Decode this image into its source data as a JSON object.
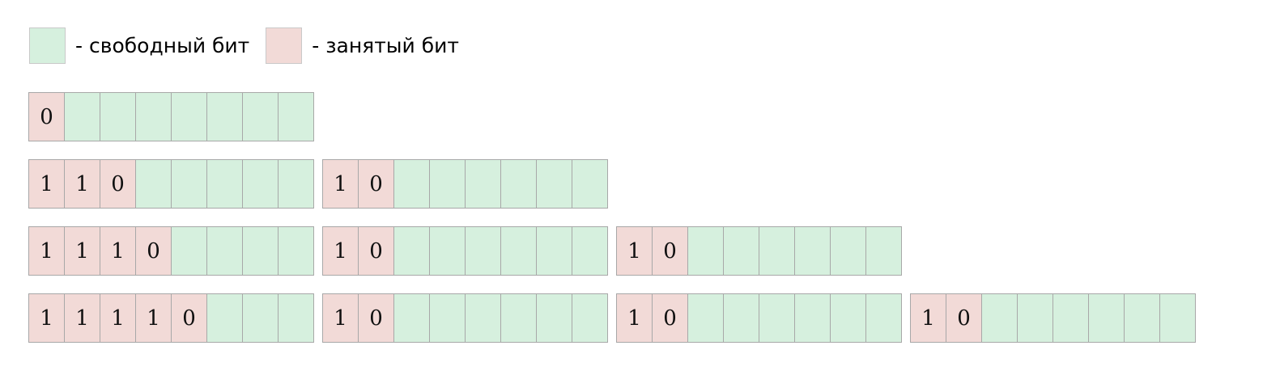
{
  "colors": {
    "free_bit": "#d6f0de",
    "used_bit": "#f2dad7",
    "cell_border": "#a8a8a8",
    "background": "#ffffff",
    "text": "#101010"
  },
  "legend": {
    "entries": [
      {
        "swatch": "free",
        "label": "- свободный бит"
      },
      {
        "swatch": "used",
        "label": "- занятый бит"
      }
    ]
  },
  "rows": [
    {
      "blocks": [
        {
          "cells": [
            {
              "state": "used",
              "value": "0"
            },
            {
              "state": "free",
              "value": ""
            },
            {
              "state": "free",
              "value": ""
            },
            {
              "state": "free",
              "value": ""
            },
            {
              "state": "free",
              "value": ""
            },
            {
              "state": "free",
              "value": ""
            },
            {
              "state": "free",
              "value": ""
            },
            {
              "state": "free",
              "value": ""
            }
          ]
        }
      ]
    },
    {
      "blocks": [
        {
          "cells": [
            {
              "state": "used",
              "value": "1"
            },
            {
              "state": "used",
              "value": "1"
            },
            {
              "state": "used",
              "value": "0"
            },
            {
              "state": "free",
              "value": ""
            },
            {
              "state": "free",
              "value": ""
            },
            {
              "state": "free",
              "value": ""
            },
            {
              "state": "free",
              "value": ""
            },
            {
              "state": "free",
              "value": ""
            }
          ]
        },
        {
          "cells": [
            {
              "state": "used",
              "value": "1"
            },
            {
              "state": "used",
              "value": "0"
            },
            {
              "state": "free",
              "value": ""
            },
            {
              "state": "free",
              "value": ""
            },
            {
              "state": "free",
              "value": ""
            },
            {
              "state": "free",
              "value": ""
            },
            {
              "state": "free",
              "value": ""
            },
            {
              "state": "free",
              "value": ""
            }
          ]
        }
      ]
    },
    {
      "blocks": [
        {
          "cells": [
            {
              "state": "used",
              "value": "1"
            },
            {
              "state": "used",
              "value": "1"
            },
            {
              "state": "used",
              "value": "1"
            },
            {
              "state": "used",
              "value": "0"
            },
            {
              "state": "free",
              "value": ""
            },
            {
              "state": "free",
              "value": ""
            },
            {
              "state": "free",
              "value": ""
            },
            {
              "state": "free",
              "value": ""
            }
          ]
        },
        {
          "cells": [
            {
              "state": "used",
              "value": "1"
            },
            {
              "state": "used",
              "value": "0"
            },
            {
              "state": "free",
              "value": ""
            },
            {
              "state": "free",
              "value": ""
            },
            {
              "state": "free",
              "value": ""
            },
            {
              "state": "free",
              "value": ""
            },
            {
              "state": "free",
              "value": ""
            },
            {
              "state": "free",
              "value": ""
            }
          ]
        },
        {
          "cells": [
            {
              "state": "used",
              "value": "1"
            },
            {
              "state": "used",
              "value": "0"
            },
            {
              "state": "free",
              "value": ""
            },
            {
              "state": "free",
              "value": ""
            },
            {
              "state": "free",
              "value": ""
            },
            {
              "state": "free",
              "value": ""
            },
            {
              "state": "free",
              "value": ""
            },
            {
              "state": "free",
              "value": ""
            }
          ]
        }
      ]
    },
    {
      "blocks": [
        {
          "cells": [
            {
              "state": "used",
              "value": "1"
            },
            {
              "state": "used",
              "value": "1"
            },
            {
              "state": "used",
              "value": "1"
            },
            {
              "state": "used",
              "value": "1"
            },
            {
              "state": "used",
              "value": "0"
            },
            {
              "state": "free",
              "value": ""
            },
            {
              "state": "free",
              "value": ""
            },
            {
              "state": "free",
              "value": ""
            }
          ]
        },
        {
          "cells": [
            {
              "state": "used",
              "value": "1"
            },
            {
              "state": "used",
              "value": "0"
            },
            {
              "state": "free",
              "value": ""
            },
            {
              "state": "free",
              "value": ""
            },
            {
              "state": "free",
              "value": ""
            },
            {
              "state": "free",
              "value": ""
            },
            {
              "state": "free",
              "value": ""
            },
            {
              "state": "free",
              "value": ""
            }
          ]
        },
        {
          "cells": [
            {
              "state": "used",
              "value": "1"
            },
            {
              "state": "used",
              "value": "0"
            },
            {
              "state": "free",
              "value": ""
            },
            {
              "state": "free",
              "value": ""
            },
            {
              "state": "free",
              "value": ""
            },
            {
              "state": "free",
              "value": ""
            },
            {
              "state": "free",
              "value": ""
            },
            {
              "state": "free",
              "value": ""
            }
          ]
        },
        {
          "cells": [
            {
              "state": "used",
              "value": "1"
            },
            {
              "state": "used",
              "value": "0"
            },
            {
              "state": "free",
              "value": ""
            },
            {
              "state": "free",
              "value": ""
            },
            {
              "state": "free",
              "value": ""
            },
            {
              "state": "free",
              "value": ""
            },
            {
              "state": "free",
              "value": ""
            },
            {
              "state": "free",
              "value": ""
            }
          ]
        }
      ]
    }
  ]
}
